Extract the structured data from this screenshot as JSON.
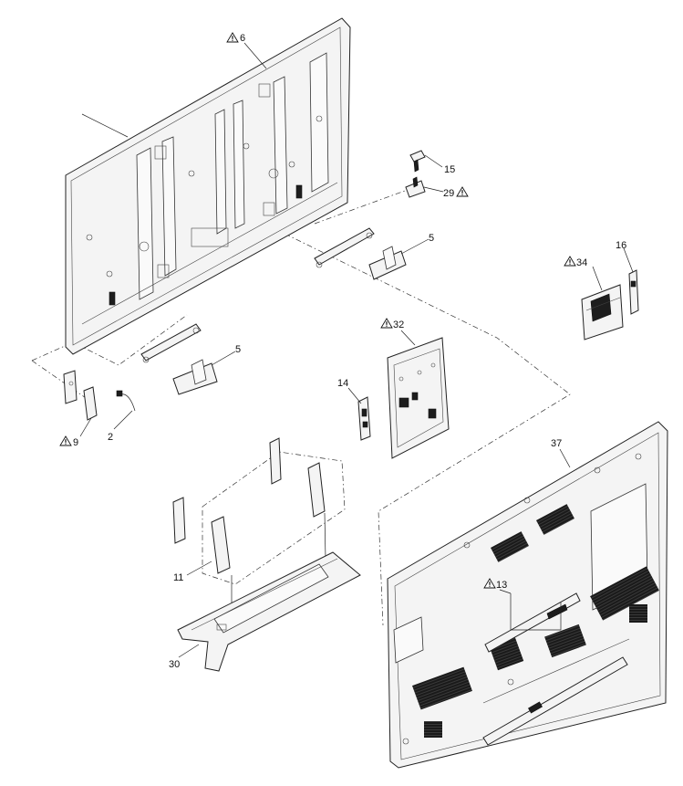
{
  "diagram": {
    "warning_symbol_name": "caution-triangle-icon",
    "callouts": [
      {
        "id": "c6",
        "label": "6",
        "warning": true
      },
      {
        "id": "c15",
        "label": "15",
        "warning": false
      },
      {
        "id": "c29",
        "label": "29",
        "warning": true
      },
      {
        "id": "c5a",
        "label": "5",
        "warning": false
      },
      {
        "id": "c16",
        "label": "16",
        "warning": false
      },
      {
        "id": "c34",
        "label": "34",
        "warning": true
      },
      {
        "id": "c32",
        "label": "32",
        "warning": true
      },
      {
        "id": "c5b",
        "label": "5",
        "warning": false
      },
      {
        "id": "c14",
        "label": "14",
        "warning": false
      },
      {
        "id": "c9",
        "label": "9",
        "warning": true
      },
      {
        "id": "c2",
        "label": "2",
        "warning": false
      },
      {
        "id": "c37",
        "label": "37",
        "warning": false
      },
      {
        "id": "c13",
        "label": "13",
        "warning": true
      },
      {
        "id": "c11",
        "label": "11",
        "warning": false
      },
      {
        "id": "c30",
        "label": "30",
        "warning": false
      }
    ]
  }
}
